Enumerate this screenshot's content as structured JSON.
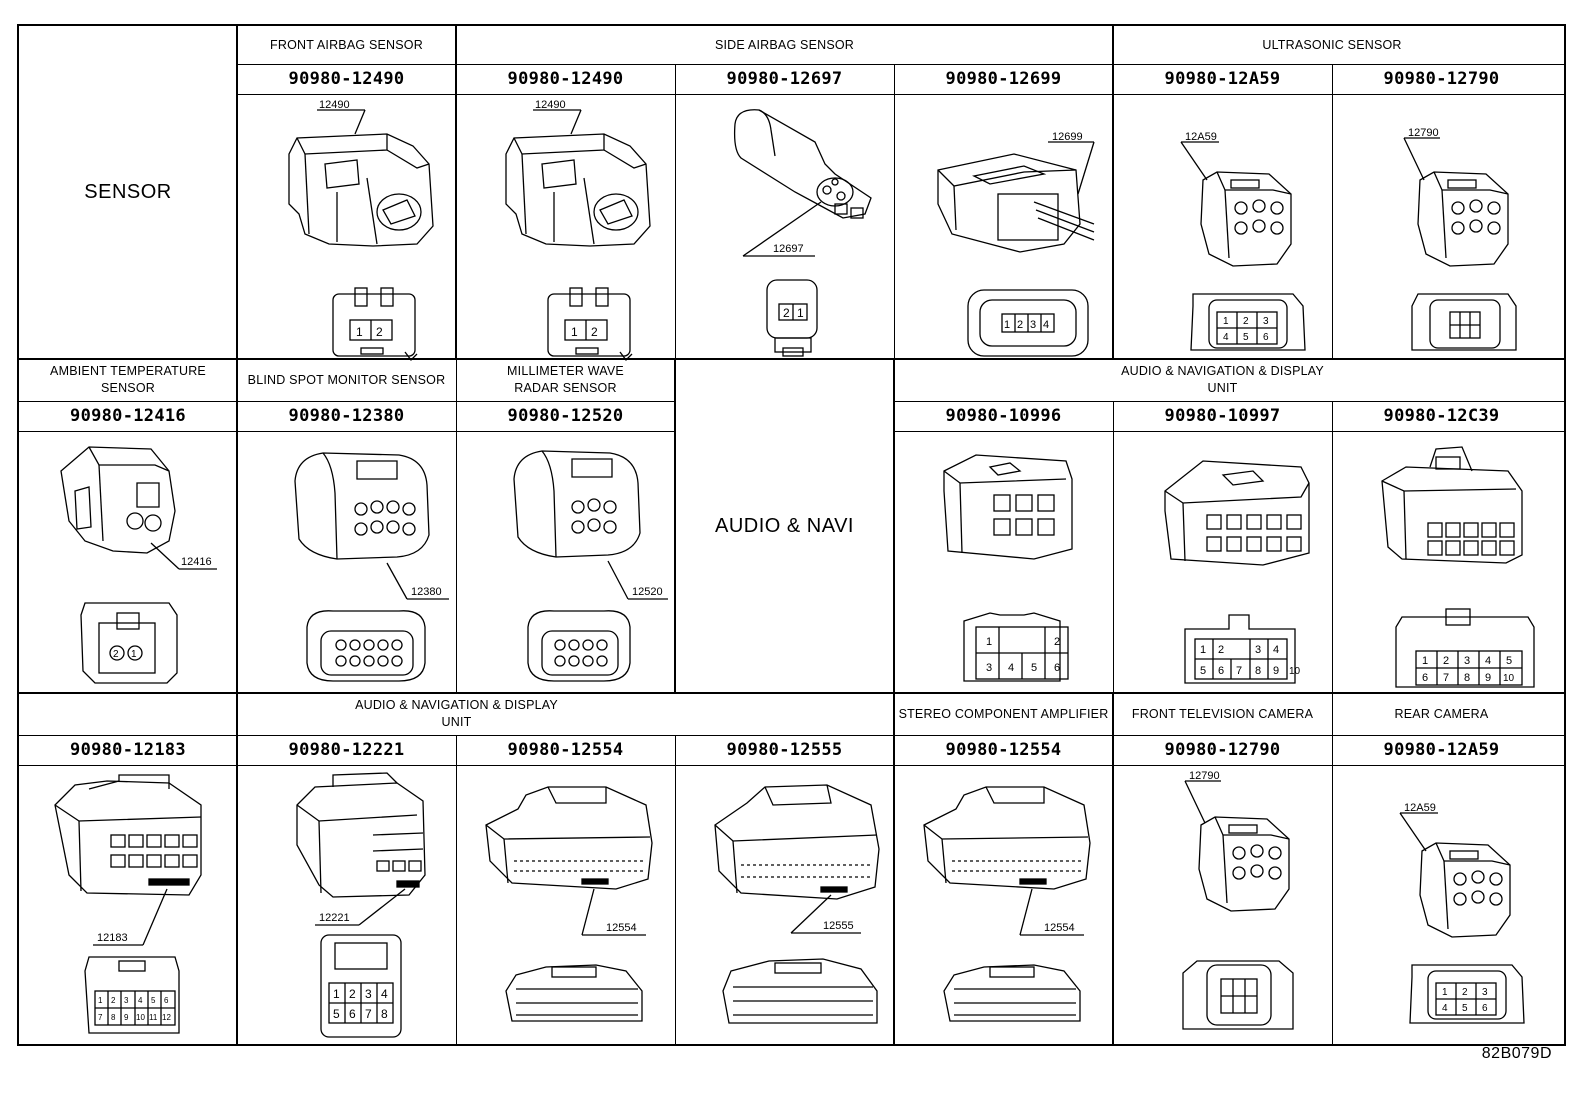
{
  "figure_code": "82B079D",
  "sections": {
    "sensor": "SENSOR",
    "front_airbag_sensor": "FRONT AIRBAG SENSOR",
    "side_airbag_sensor": "SIDE AIRBAG SENSOR",
    "ultrasonic_sensor": "ULTRASONIC SENSOR",
    "ambient_temperature_sensor_l1": "AMBIENT TEMPERATURE",
    "ambient_temperature_sensor_l2": "SENSOR",
    "blind_spot_monitor_sensor": "BLIND SPOT MONITOR SENSOR",
    "millimeter_wave_radar_l1": "MILLIMETER WAVE",
    "millimeter_wave_radar_l2": "RADAR SENSOR",
    "audio_navi": "AUDIO & NAVI",
    "audio_nav_display_l1": "AUDIO & NAVIGATION & DISPLAY",
    "audio_nav_display_l2": "UNIT",
    "stereo_component_amplifier": "STEREO COMPONENT AMPLIFIER",
    "front_television_camera": "FRONT TELEVISION CAMERA",
    "rear_camera": "REAR  CAMERA"
  },
  "part_numbers": {
    "r1": [
      "90980-12490",
      "90980-12490",
      "90980-12697",
      "90980-12699",
      "90980-12A59",
      "90980-12790"
    ],
    "r2": [
      "90980-12416",
      "90980-12380",
      "90980-12520",
      "90980-10996",
      "90980-10997",
      "90980-12C39"
    ],
    "r3": [
      "90980-12183",
      "90980-12221",
      "90980-12554",
      "90980-12555",
      "90980-12554",
      "90980-12790",
      "90980-12A59"
    ]
  },
  "callouts": {
    "r1": [
      "12490",
      "12490",
      "12697",
      "12699",
      "12A59",
      "12790"
    ],
    "r2": [
      "12416",
      "12380",
      "12520"
    ],
    "r3": [
      "12183",
      "12221",
      "12554",
      "12555",
      "12554",
      "12790",
      "12A59"
    ]
  },
  "pin_labels": {
    "two_pin_12": [
      "1",
      "2"
    ],
    "two_pin_21": [
      "2",
      "1"
    ],
    "four_pin": [
      "1",
      "2",
      "3",
      "4"
    ],
    "six_pin": [
      "1",
      "2",
      "3",
      "4",
      "5",
      "6"
    ],
    "ten_pin_10997": [
      "1",
      "2",
      "3",
      "4",
      "5",
      "6",
      "7",
      "8",
      "9",
      "10"
    ],
    "ten_pin_12c39": [
      "1",
      "2",
      "3",
      "4",
      "5",
      "6",
      "7",
      "8",
      "9",
      "10"
    ],
    "twelve_pin": [
      "1",
      "2",
      "3",
      "4",
      "5",
      "6",
      "7",
      "8",
      "9",
      "10",
      "11",
      "12"
    ],
    "eight_pin": [
      "1",
      "2",
      "3",
      "4",
      "5",
      "6",
      "7",
      "8"
    ]
  }
}
